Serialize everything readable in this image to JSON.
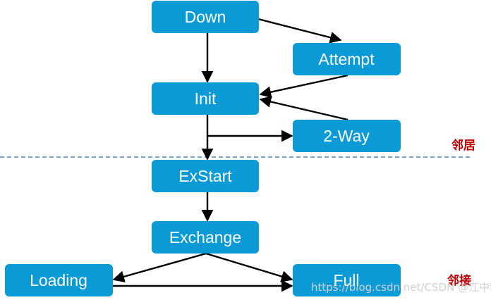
{
  "states": {
    "down": "Down",
    "attempt": "Attempt",
    "init": "Init",
    "two_way": "2-Way",
    "exstart": "ExStart",
    "exchange": "Exchange",
    "loading": "Loading",
    "full": "Full"
  },
  "labels": {
    "neighbor": "邻居",
    "adjacency": "邻接"
  },
  "watermark": "https://blog.csdn.net/CSDN @江中散人",
  "colors": {
    "node_fill": "#0a9ad6",
    "node_text": "#ffffff",
    "arrow": "#000000",
    "divider": "#2e6c9c",
    "side_label": "#c00000"
  }
}
